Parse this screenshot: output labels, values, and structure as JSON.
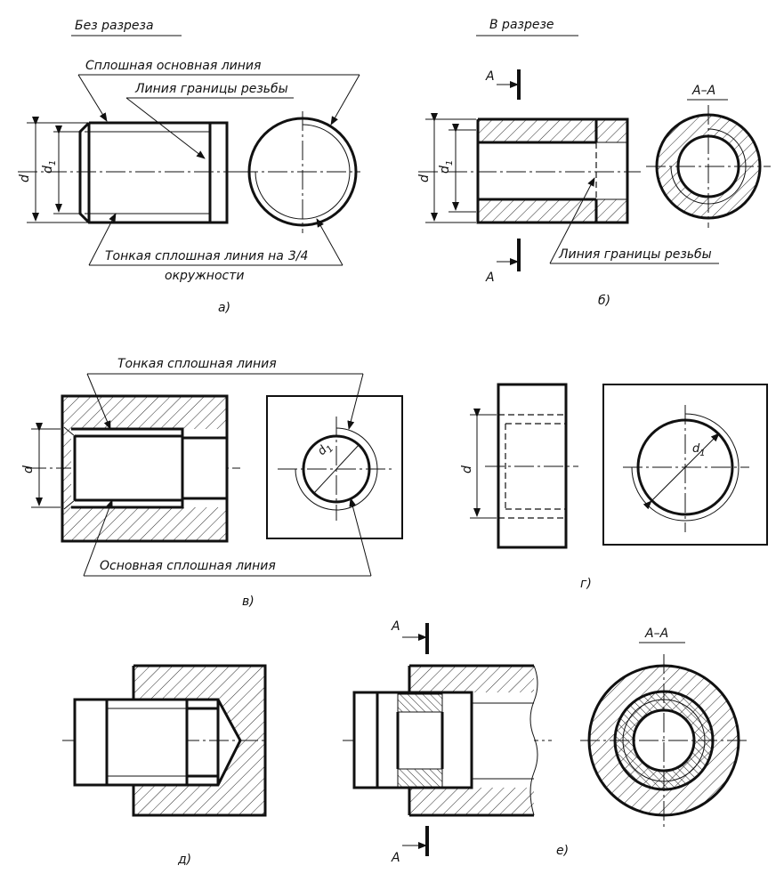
{
  "header": {
    "left": "Без разреза",
    "right": "В разрезе"
  },
  "callouts": {
    "solid_main_line": "Сплошная основная линия",
    "thread_boundary_a": "Линия границы резьбы",
    "thin_solid_line_3_4": "Тонкая сплошная линия на",
    "three_quarter": "3/4",
    "of_circle": "окружности",
    "thread_boundary_b": "Линия границы резьбы",
    "thin_solid_line": "Тонкая сплошная линия",
    "main_solid_line": "Основная сплошная линия"
  },
  "dimensions": {
    "d": "d",
    "d1": "d",
    "d1_sub": "1"
  },
  "section_marks": {
    "a": "А",
    "aa": "А–А"
  },
  "figure_labels": {
    "a": "а)",
    "b": "б)",
    "v": "в)",
    "g": "г)",
    "d": "д)",
    "e": "е)"
  },
  "colors": {
    "ink": "#111111",
    "paper": "#ffffff"
  }
}
